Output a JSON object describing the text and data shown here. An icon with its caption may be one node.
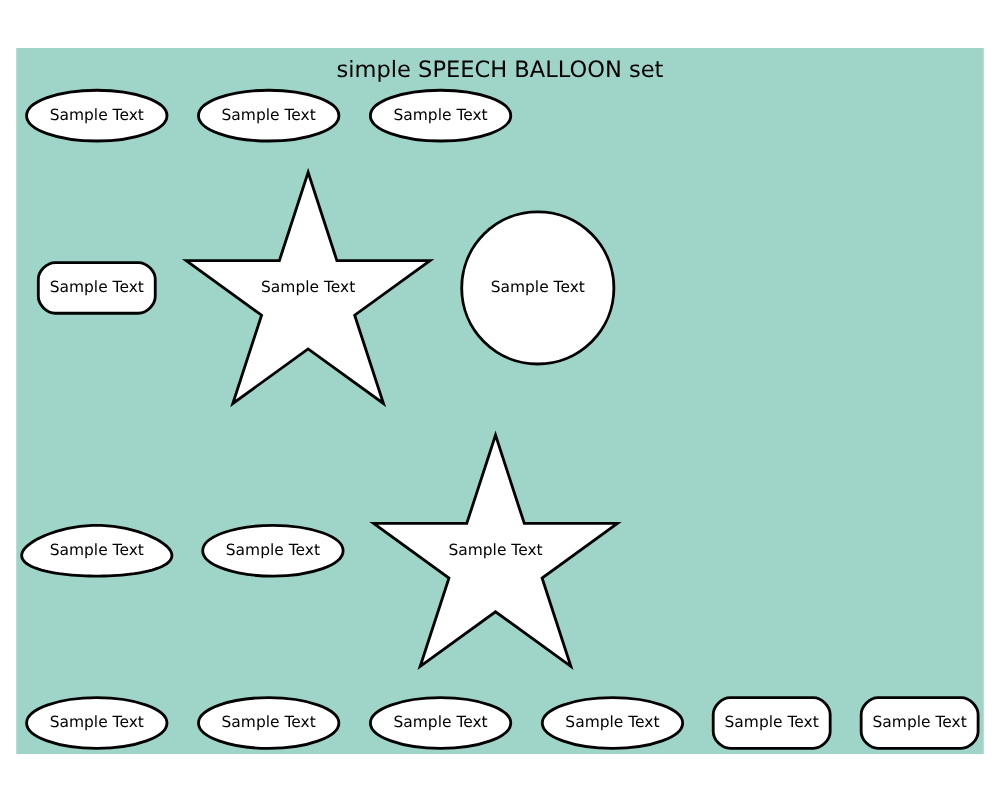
{
  "diagram": {
    "title": "simple SPEECH BALLOON set",
    "nodes": [
      {
        "text": [
          "Sample Text"
        ]
      },
      {
        "text": [
          "Sample Text"
        ]
      },
      {
        "text": [
          "Sample Text"
        ]
      },
      {
        "text": [
          "Sample Text"
        ]
      },
      {
        "text": [
          "Sample Text"
        ]
      },
      {
        "text": [
          "Sample Text"
        ]
      },
      {
        "text": [
          "Sample Text"
        ]
      },
      {
        "text": [
          "Sample Text"
        ]
      },
      {
        "text": [
          "Sample Text"
        ]
      },
      {
        "text": [
          "Sample Text"
        ]
      },
      {
        "text": [
          "Sample Text"
        ]
      },
      {
        "text": [
          "Sample Text"
        ]
      },
      {
        "text": [
          "Sample Text"
        ]
      },
      {
        "text": [
          "Sample Text"
        ]
      },
      {
        "text": [
          "Sample Text"
        ]
      }
    ],
    "edges": []
  }
}
